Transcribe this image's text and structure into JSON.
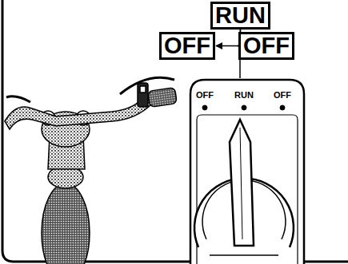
{
  "diagram": {
    "nodes": [
      {
        "text": [
          "RUN"
        ]
      },
      {
        "text": [
          "OFF"
        ]
      },
      {
        "text": [
          "OFF"
        ]
      }
    ],
    "edges": [
      {
        "from": 0,
        "to": 1,
        "arrow": "to"
      },
      {
        "from": 0,
        "to": 2,
        "arrow": "to"
      }
    ],
    "labels": [
      "OFF",
      "RUN",
      "OFF"
    ]
  }
}
